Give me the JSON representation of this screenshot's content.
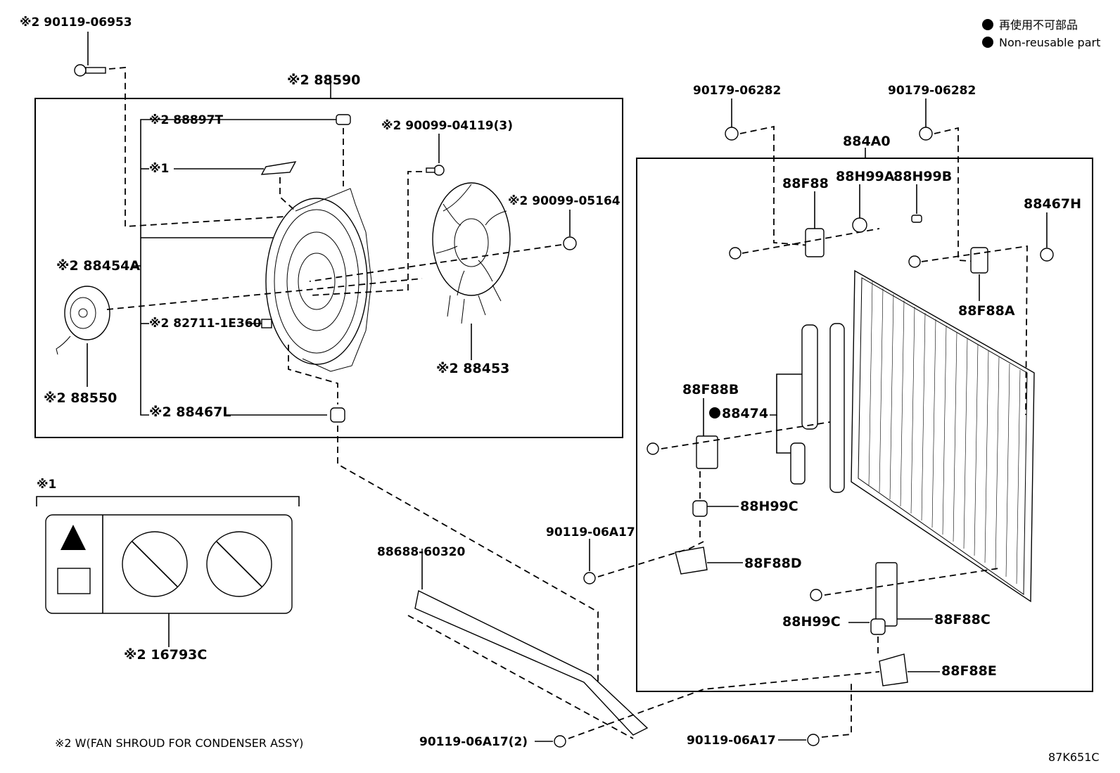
{
  "legend": {
    "non_reusable_jp": "再使用不可部品",
    "non_reusable_en": "Non-reusable part"
  },
  "labels": {
    "top_bolt": "※2 90119-06953",
    "fan_assy": "※2 88590",
    "shroud_cushion": "※2 88897T",
    "caution_label_ref": "※1",
    "screw_3": "※2 90099-04119(3)",
    "nut_fan": "※2 90099-05164",
    "shroud": "※2 88454A",
    "connector": "※2 82711-1E360",
    "fan_blade": "※2 88453",
    "motor": "※2 88550",
    "grommet_l": "※2 88467L",
    "caution_group": "※1",
    "caution_label_part": "※2 16793C",
    "footnote": "※2 W(FAN SHROUD FOR CONDENSER ASSY)",
    "bolt_left_top": "90179-06282",
    "bolt_right_top": "90179-06282",
    "condenser": "884A0",
    "bracket_f88": "88F88",
    "cushion_h99a": "88H99A",
    "cushion_h99b": "88H99B",
    "cushion_467h": "88467H",
    "bracket_f88a": "88F88A",
    "bracket_f88b": "88F88B",
    "dryer": "88474",
    "cushion_h99c_1": "88H99C",
    "bracket_f88d": "88F88D",
    "bolt_06a17_1": "90119-06A17",
    "support": "88688-60320",
    "cushion_h99c_2": "88H99C",
    "bracket_f88c": "88F88C",
    "bracket_f88e": "88F88E",
    "bolt_06a17_2": "90119-06A17(2)",
    "bolt_06a17_3": "90119-06A17",
    "diagram_code": "87K651C"
  }
}
